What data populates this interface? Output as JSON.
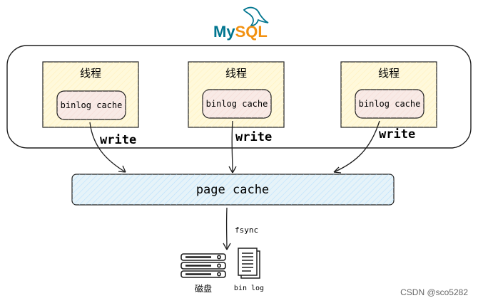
{
  "logo": {
    "text_my": "My",
    "text_sql": "SQL",
    "color_my": "#00758f",
    "color_sql": "#f29111"
  },
  "threads": [
    {
      "title": "线程",
      "cache_label": "binlog cache"
    },
    {
      "title": "线程",
      "cache_label": "binlog cache"
    },
    {
      "title": "线程",
      "cache_label": "binlog cache"
    }
  ],
  "arrows": {
    "write_label": "write",
    "fsync_label": "fsync"
  },
  "page_cache": {
    "label": "page cache"
  },
  "storage": {
    "disk_label": "磁盘",
    "file_label": "bin log"
  },
  "watermark": "CSDN @sco5282",
  "colors": {
    "thread_fill": "#fff9db",
    "cache_fill": "#f8eae6",
    "page_cache_fill": "#e6f3f9",
    "stroke": "#1e1e1e"
  }
}
